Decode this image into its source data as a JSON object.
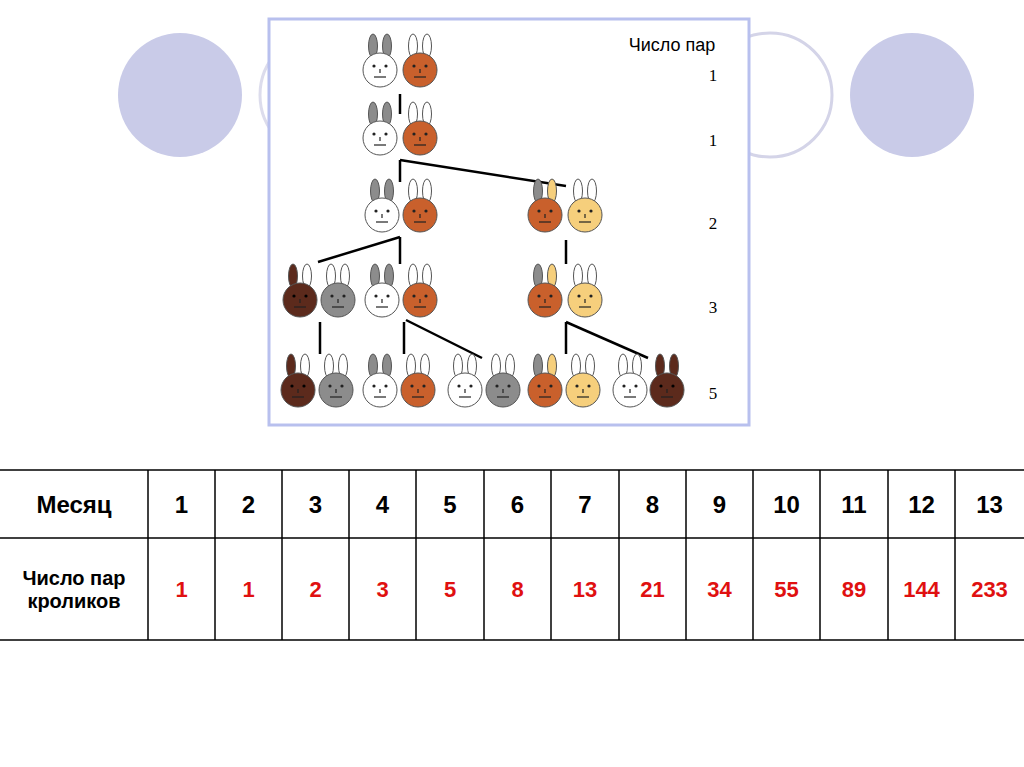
{
  "diagram": {
    "labels": [
      "Число пар",
      "1",
      "1",
      "2",
      "3",
      "5",
      "Месяц",
      "1",
      "2",
      "3",
      "4",
      "5",
      "6",
      "7",
      "8",
      "9",
      "10",
      "11",
      "12",
      "13",
      "Число пар кроликов",
      "1",
      "1",
      "2",
      "3",
      "5",
      "8",
      "13",
      "21",
      "34",
      "55",
      "89",
      "144",
      "233"
    ]
  }
}
